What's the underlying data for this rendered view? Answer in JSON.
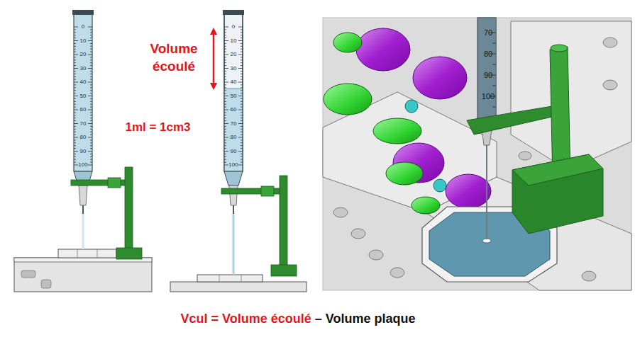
{
  "diagram": {
    "labels": [
      "Volume écoulé",
      "1ml = 1cm3",
      "Vcul = Volume écoulé",
      "– Volume plaque",
      "0",
      "10",
      "20",
      "30",
      "40",
      "50",
      "60",
      "70",
      "80",
      "90",
      "100",
      "0",
      "10",
      "20",
      "30",
      "40",
      "50",
      "60",
      "70",
      "80",
      "90",
      "100",
      "70",
      "80",
      "90",
      "100"
    ]
  }
}
